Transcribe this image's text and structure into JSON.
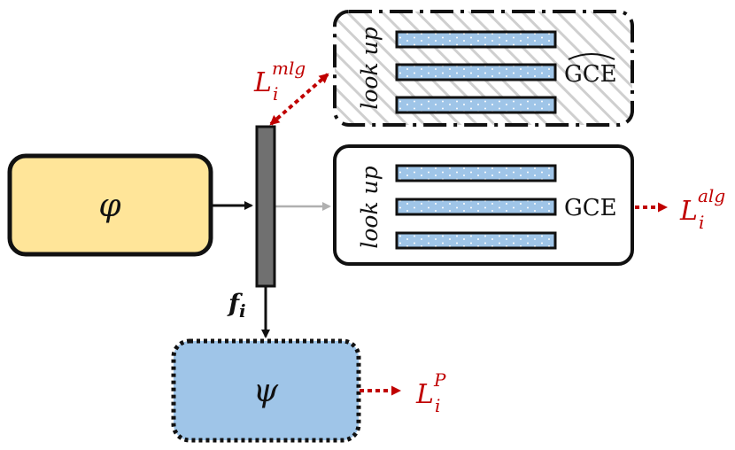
{
  "modules": {
    "phi": {
      "symbol": "φ"
    },
    "psi": {
      "symbol": "ψ"
    }
  },
  "feature": {
    "symbol": "f",
    "subscript": "i"
  },
  "lookup_text": "look up",
  "gce_hat": {
    "label": "GCE",
    "accent": "^"
  },
  "gce": {
    "label": "GCE"
  },
  "losses": {
    "mlg": {
      "base": "L",
      "sub": "i",
      "sup": "mlg"
    },
    "alg": {
      "base": "L",
      "sub": "i",
      "sup": "alg"
    },
    "p": {
      "base": "L",
      "sub": "i",
      "sup": "P"
    }
  },
  "colors": {
    "phi_fill": "#ffe599",
    "psi_fill": "#9fc5e8",
    "bar_fill": "#9fc5e8",
    "feature_fill": "#707070",
    "loss_red": "#c00000",
    "gray_arrow": "#b0b0b0"
  }
}
